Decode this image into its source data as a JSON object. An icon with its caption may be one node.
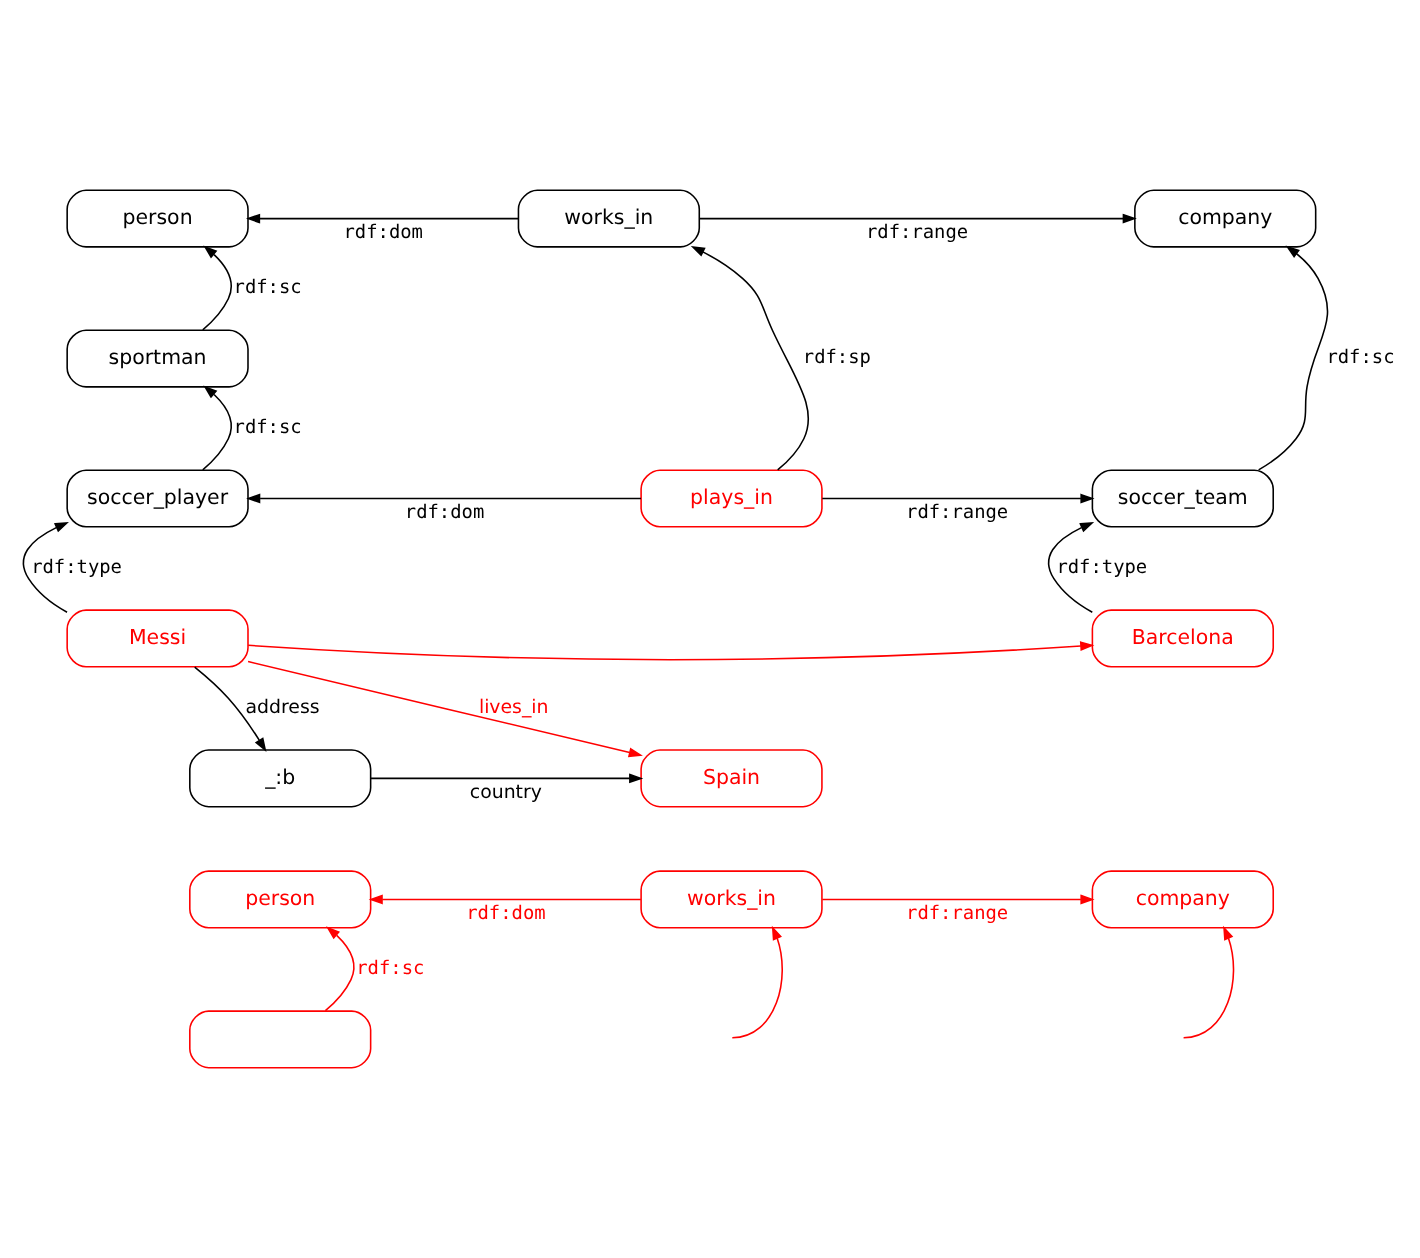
{
  "diagram": {
    "nodes": [
      {
        "text": [
          "person"
        ]
      },
      {
        "text": [
          "works_in"
        ]
      },
      {
        "text": [
          "company"
        ]
      },
      {
        "text": [
          "sportman"
        ]
      },
      {
        "text": [
          "soccer_player"
        ]
      },
      {
        "text": [
          "plays_in"
        ]
      },
      {
        "text": [
          "soccer_team"
        ]
      },
      {
        "text": [
          "Messi"
        ]
      },
      {
        "text": [
          "Barcelona"
        ]
      },
      {
        "text": [
          "_:b"
        ]
      },
      {
        "text": [
          "Spain"
        ]
      },
      {
        "text": [
          "person"
        ]
      },
      {
        "text": [
          "works_in"
        ]
      },
      {
        "text": [
          "company"
        ]
      },
      {
        "text": [],
        "shape": "box"
      }
    ],
    "edges": [
      {
        "from": 1,
        "to": 0,
        "arrow": "to",
        "label": "rdf:dom"
      },
      {
        "from": 1,
        "to": 2,
        "arrow": "to",
        "label": "rdf:range"
      },
      {
        "from": 3,
        "to": 0,
        "arrow": "to",
        "label": "rdf:sc"
      },
      {
        "from": 5,
        "to": 1,
        "arrow": "to",
        "label": "rdf:sp"
      },
      {
        "from": 6,
        "to": 2,
        "arrow": "to",
        "label": "rdf:sc"
      },
      {
        "from": 4,
        "to": 3,
        "arrow": "to",
        "label": "rdf:sc"
      },
      {
        "from": 5,
        "to": 4,
        "arrow": "to",
        "label": "rdf:dom"
      },
      {
        "from": 5,
        "to": 6,
        "arrow": "to",
        "label": "rdf:range"
      },
      {
        "from": 7,
        "to": 4,
        "arrow": "to",
        "label": "rdf:type"
      },
      {
        "from": 8,
        "to": 6,
        "arrow": "to",
        "label": "rdf:type"
      },
      {
        "from": 7,
        "to": 8,
        "arrow": "to",
        "color": "#ff0000"
      },
      {
        "from": 7,
        "to": 9,
        "arrow": "to",
        "label": "address"
      },
      {
        "from": 7,
        "to": 10,
        "arrow": "to",
        "label": "lives_in",
        "color": "#ff0000"
      },
      {
        "from": 9,
        "to": 10,
        "arrow": "to",
        "label": "country"
      },
      {
        "from": 12,
        "to": 11,
        "arrow": "to",
        "label": "rdf:dom",
        "color": "#ff0000"
      },
      {
        "from": 12,
        "to": 13,
        "arrow": "to",
        "label": "rdf:range",
        "color": "#ff0000"
      },
      {
        "from": 14,
        "to": 11,
        "arrow": "to",
        "label": "rdf:sc",
        "color": "#ff0000"
      },
      {
        "from": null,
        "to": 12,
        "arrow": "to",
        "color": "#ff0000"
      },
      {
        "from": null,
        "to": 13,
        "arrow": "to",
        "color": "#ff0000"
      }
    ]
  }
}
